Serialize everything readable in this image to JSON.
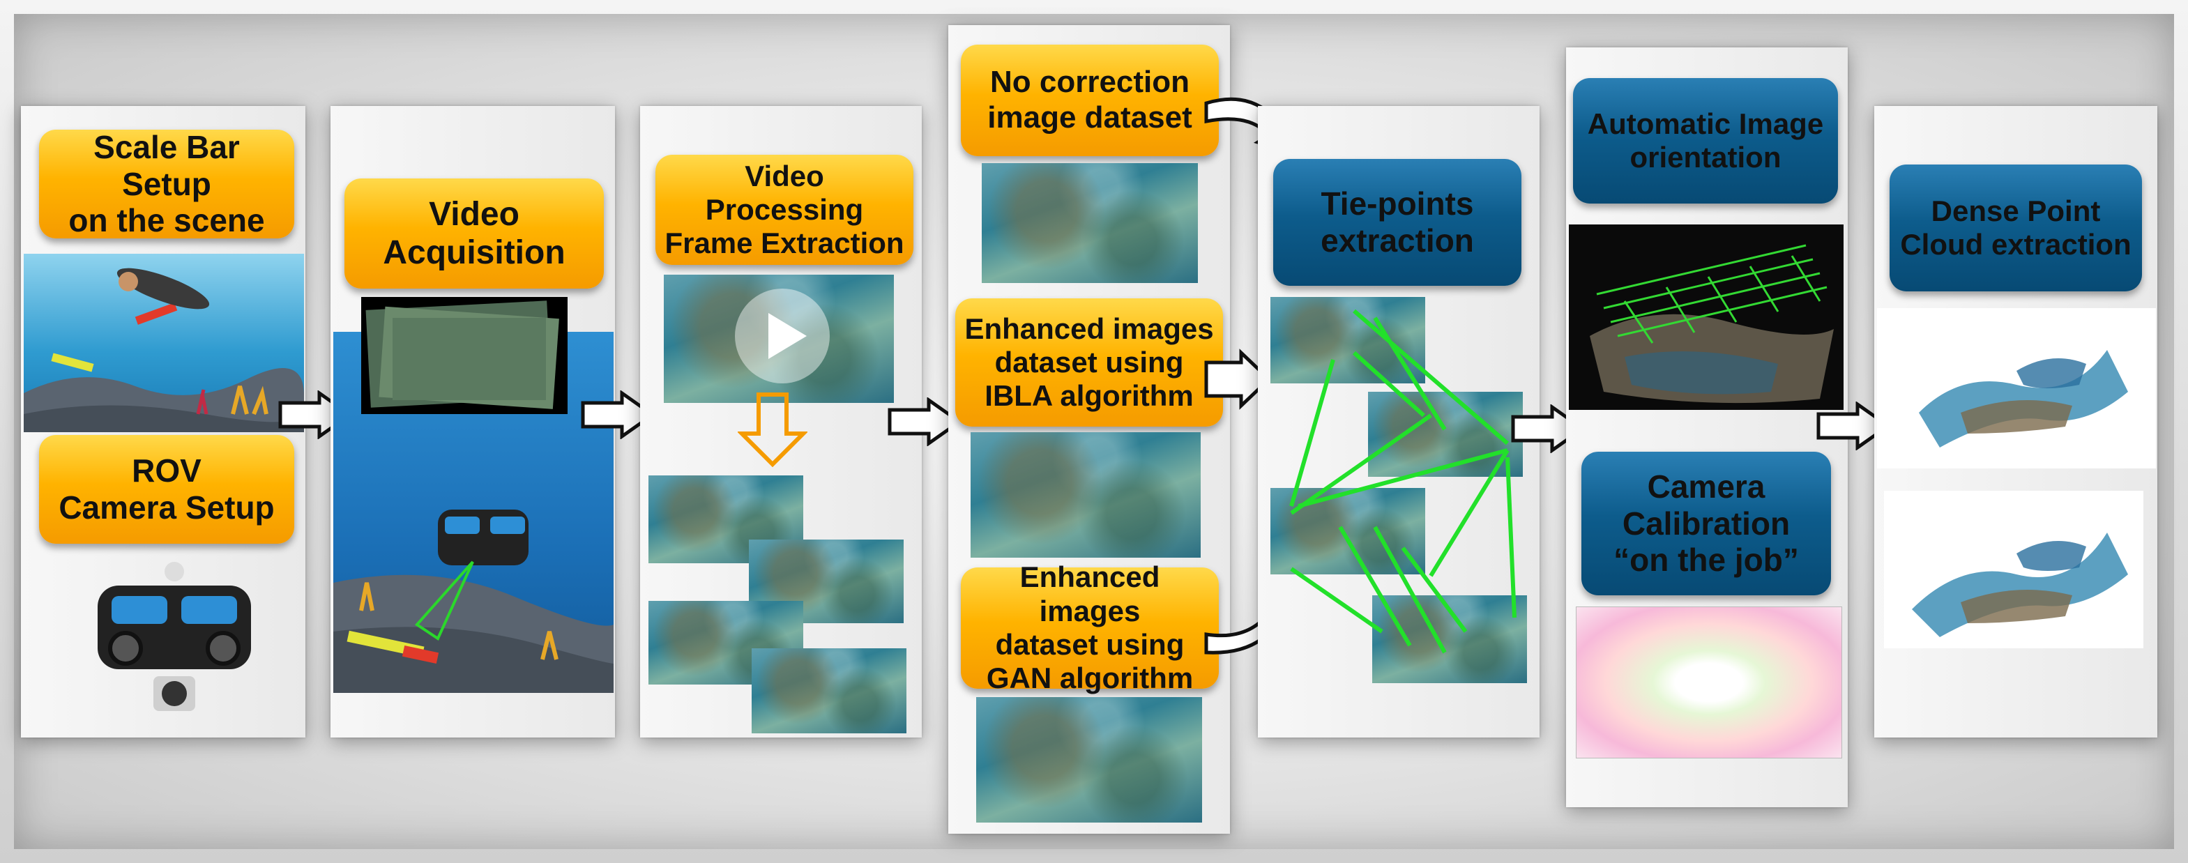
{
  "steps": {
    "scale_bar": "Scale Bar Setup\non the scene",
    "rov_setup": "ROV\nCamera Setup",
    "video_acq": "Video\nAcquisition",
    "video_proc": "Video Processing\nFrame Extraction",
    "no_corr": "No correction\nimage dataset",
    "ibla": "Enhanced images\ndataset using\nIBLA algorithm",
    "gan": "Enhanced images\ndataset using\nGAN algorithm",
    "tiepoints": "Tie-points\nextraction",
    "orientation": "Automatic Image\norientation",
    "calibration": "Camera\nCalibration\n“on the job”",
    "dense": "Dense Point\nCloud extraction"
  },
  "colors": {
    "orange": "#ffb300",
    "blue": "#0d5c8c",
    "tie_lines": "#22e02a"
  }
}
